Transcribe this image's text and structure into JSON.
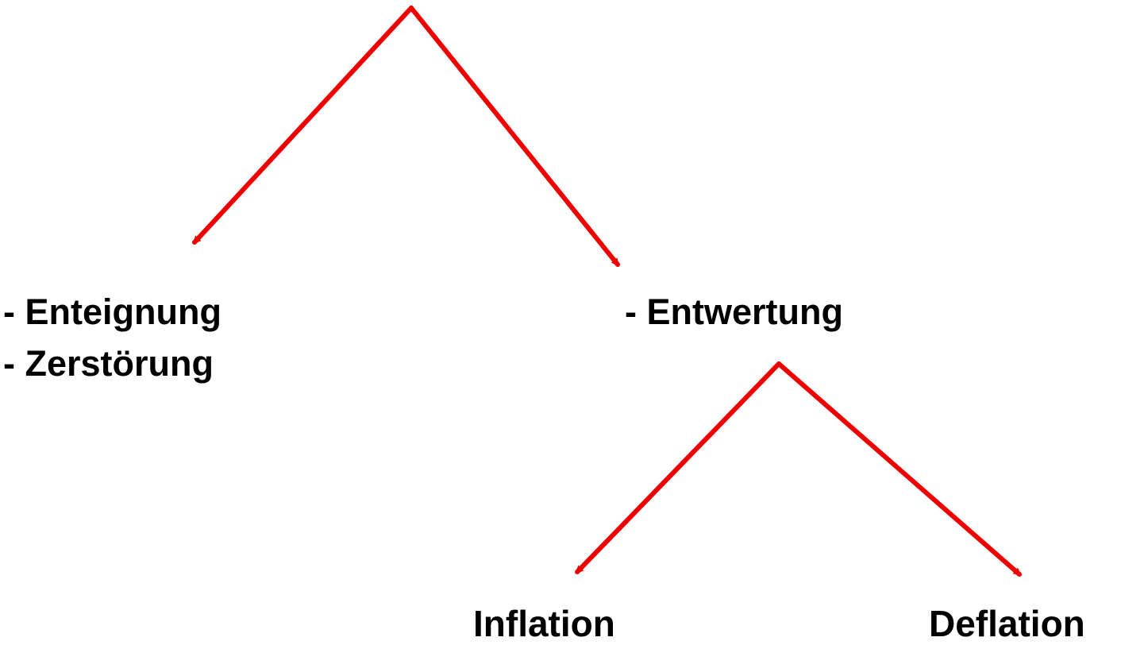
{
  "colors": {
    "arrow": "#ee0000",
    "text": "#000000",
    "background": "#ffffff"
  },
  "nodes": {
    "left_item_1": "- Enteignung",
    "left_item_2": "- Zerstörung",
    "middle_item": "- Entwertung",
    "inflation": "Inflation",
    "deflation": "Deflation"
  },
  "edges": [
    {
      "from": "root",
      "to": "left_group"
    },
    {
      "from": "root",
      "to": "middle_item"
    },
    {
      "from": "middle_item",
      "to": "inflation"
    },
    {
      "from": "middle_item",
      "to": "deflation"
    }
  ]
}
